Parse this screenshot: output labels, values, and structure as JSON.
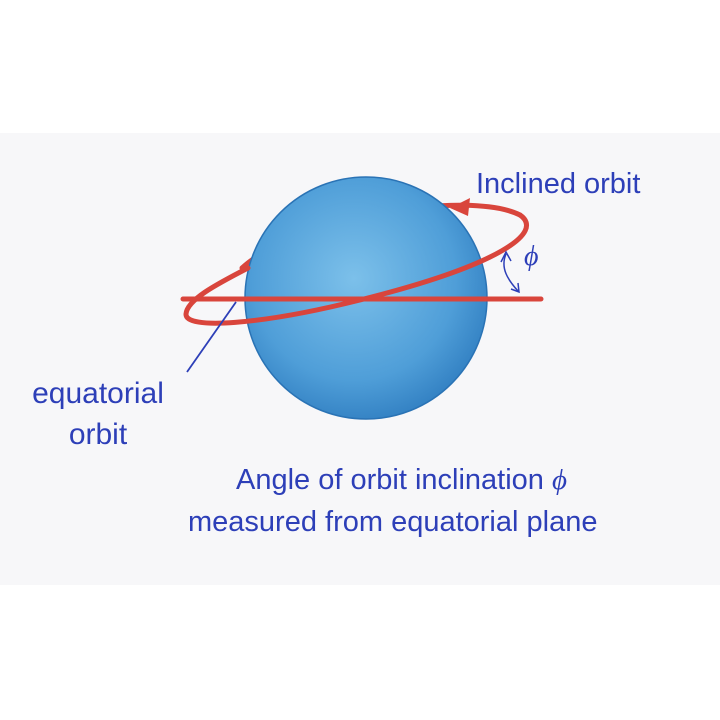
{
  "labels": {
    "inclined_orbit": "Inclined orbit",
    "phi_symbol": "ϕ",
    "equatorial_orbit": "equatorial orbit",
    "caption_line1": "Angle of orbit inclination",
    "caption_phi": "ϕ",
    "caption_line2": "measured from equatorial plane"
  },
  "colors": {
    "text": "#2d3fb8",
    "orbit": "#d9453c",
    "planet_center": "#6fb6e6",
    "planet_edge": "#2a73b5",
    "background_panel": "#f7f7f9"
  }
}
